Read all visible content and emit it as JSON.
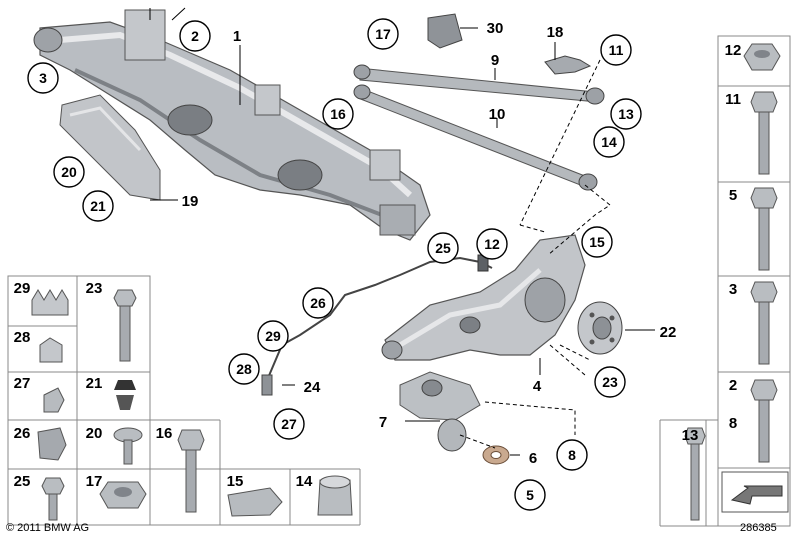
{
  "footer": {
    "copyright": "© 2011 BMW AG",
    "diagram_no": "286385"
  },
  "callouts": {
    "c1": "1",
    "c2": "2",
    "c3": "3",
    "c30": "30",
    "c17": "17",
    "c18": "18",
    "c11": "11",
    "c9": "9",
    "c16": "16",
    "c10": "10",
    "c13": "13",
    "c14": "14",
    "c20": "20",
    "c21": "21",
    "c19": "19",
    "c25": "25",
    "c12": "12",
    "c15": "15",
    "c26": "26",
    "c29": "29",
    "c28": "28",
    "c24": "24",
    "c27": "27",
    "c22": "22",
    "c23": "23",
    "c4": "4",
    "c7": "7",
    "c6": "6",
    "c8": "8",
    "c5": "5"
  },
  "left_grid": {
    "cells": [
      "29",
      "23",
      "28",
      "27",
      "21",
      "26",
      "20",
      "16",
      "25",
      "17",
      "15",
      "14"
    ]
  },
  "right_column": {
    "items": [
      "12",
      "11",
      "5",
      "3",
      "2",
      "8",
      "13"
    ]
  },
  "icons": {
    "arrow": "arrow-icon"
  }
}
